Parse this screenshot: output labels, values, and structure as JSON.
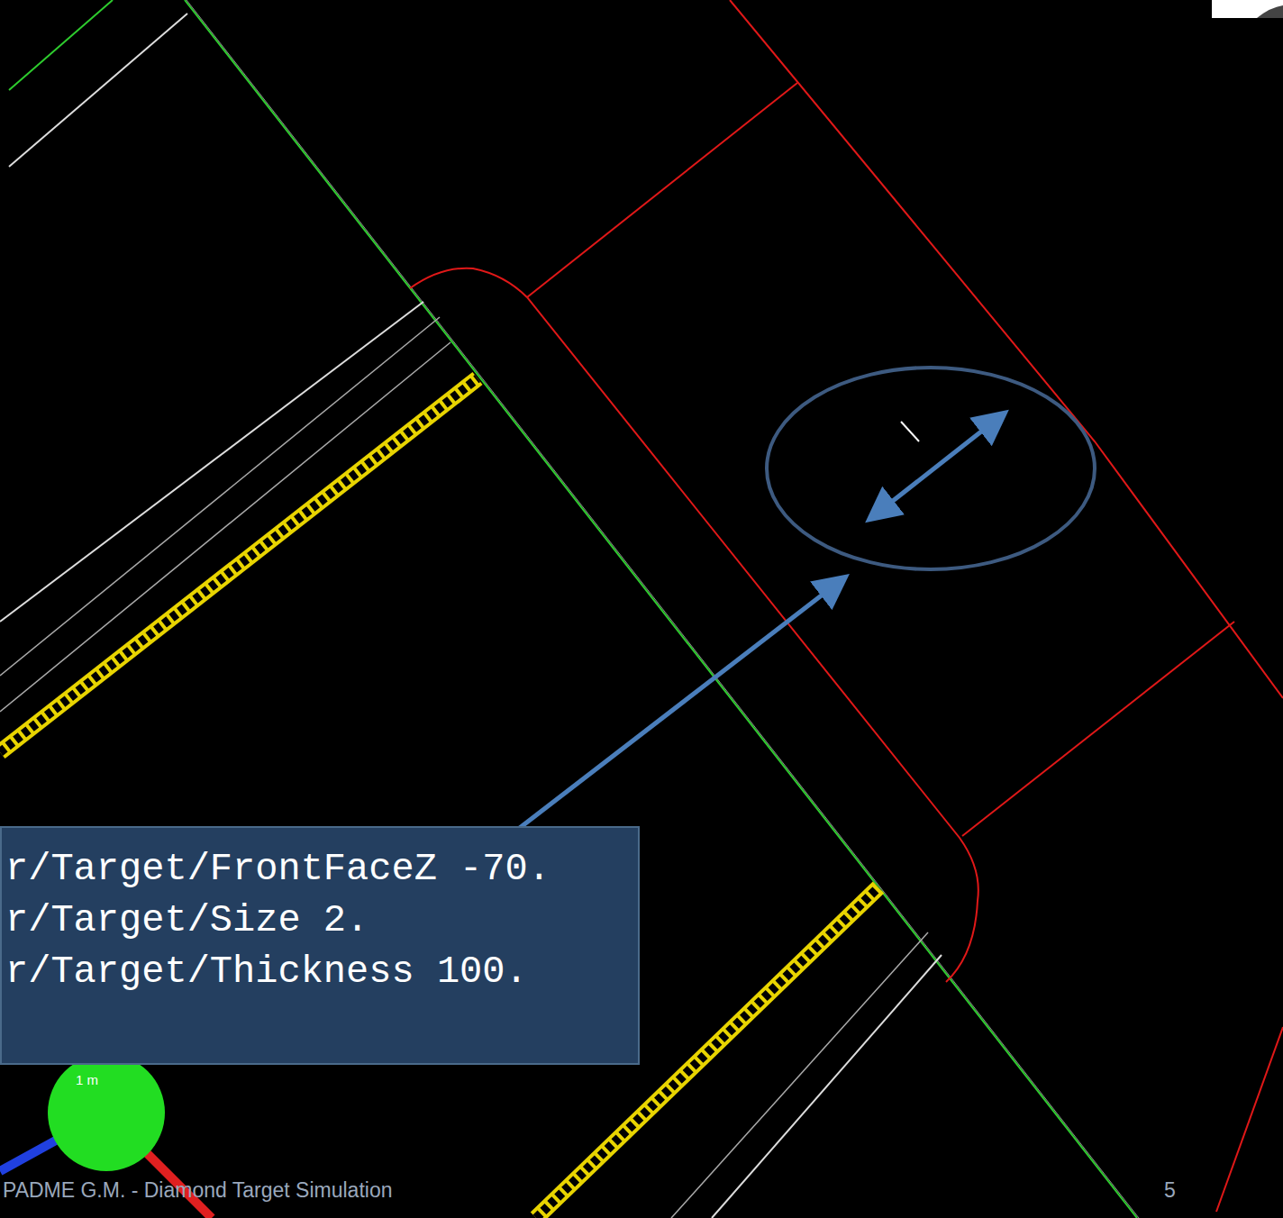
{
  "diagram": {
    "nodes": [
      {
        "text": [
          "r/Target/FrontFaceZ -70.",
          "r/Target/Size 2.",
          "r/Target/Thickness 100."
        ]
      }
    ],
    "labels": [
      "1 m",
      "PADME G.M. - Diamond Target Simulation",
      "5"
    ]
  }
}
